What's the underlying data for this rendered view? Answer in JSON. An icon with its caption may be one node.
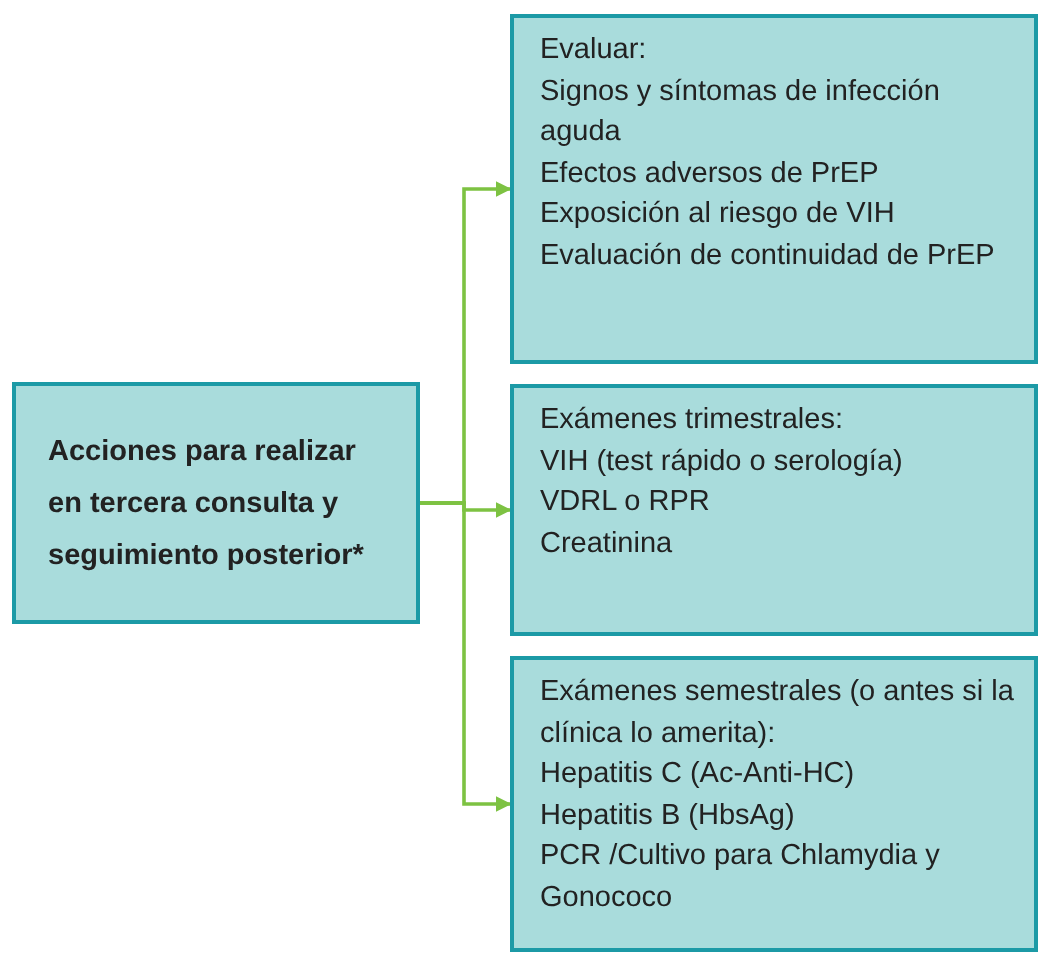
{
  "diagram": {
    "nodes": [
      {
        "text": [
          "Acciones para realizar en tercera consulta y seguimiento posterior*"
        ]
      },
      {
        "text": [
          "Evaluar:",
          "Signos y síntomas de infección aguda",
          "Efectos adversos de PrEP",
          "Exposición al riesgo de VIH",
          "Evaluación de continuidad de PrEP"
        ]
      },
      {
        "text": [
          "Exámenes trimestrales:",
          "VIH (test rápido o serología)",
          "VDRL o RPR",
          "Creatinina"
        ]
      },
      {
        "text": [
          "Exámenes semestrales (o antes si la clínica lo amerita):",
          "Hepatitis C (Ac-Anti-HC)",
          "Hepatitis B  (HbsAg)",
          "PCR /Cultivo para Chlamydia y Gonococo"
        ]
      }
    ],
    "edges": [
      {
        "from": 0,
        "to": 1,
        "arrow": "to"
      },
      {
        "from": 0,
        "to": 2,
        "arrow": "to"
      },
      {
        "from": 0,
        "to": 3,
        "arrow": "to"
      }
    ]
  }
}
